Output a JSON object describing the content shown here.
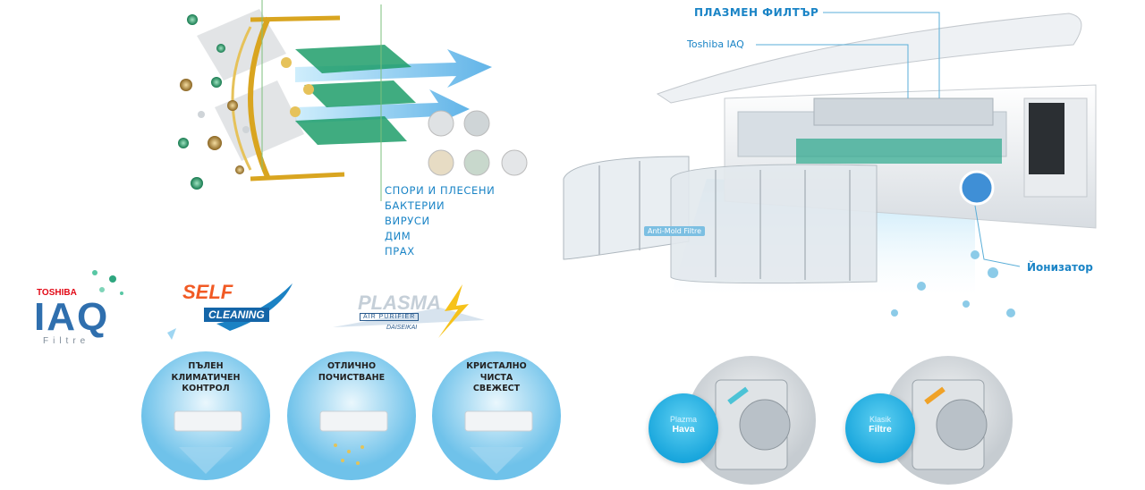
{
  "filter_diagram": {
    "labels": [
      "СПОРИ И ПЛЕСЕНИ",
      "БАКТЕРИИ",
      "ВИРУСИ",
      "ДИМ",
      "ПРАХ"
    ]
  },
  "ac_unit": {
    "callout_plasma": "ПЛАЗМЕН ФИЛТЪР",
    "callout_iaq": "Toshiba IAQ",
    "callout_ionizer": "Йонизатор",
    "anti_mold_label": "Anti-Mold Filtre"
  },
  "logos": {
    "iaq_brand": "TOSHIBA",
    "iaq_main": "IAQ",
    "iaq_sub": "Filtre",
    "self_top": "SELF",
    "self_bottom": "CLEANING",
    "plasma_main": "PLASMA",
    "plasma_sub": "AIR PURIFIER",
    "plasma_maker": "DAISEIKAI"
  },
  "benefits": [
    {
      "line1": "ПЪЛЕН",
      "line2": "КЛИМАТИЧЕН",
      "line3": "КОНТРОЛ"
    },
    {
      "line1": "ОТЛИЧНО",
      "line2": "ПОЧИСТВАНЕ",
      "line3": ""
    },
    {
      "line1": "КРИСТАЛНО",
      "line2": "ЧИСТА",
      "line3": "СВЕЖЕСТ"
    }
  ],
  "comparison": {
    "plasma_small": "Plazma",
    "plasma_big": "Hava",
    "classic_small": "Klasik",
    "classic_big": "Filtre"
  },
  "colors": {
    "accent": "#1a84c6",
    "green": "#1e9d6a",
    "gold": "#d9a520"
  }
}
